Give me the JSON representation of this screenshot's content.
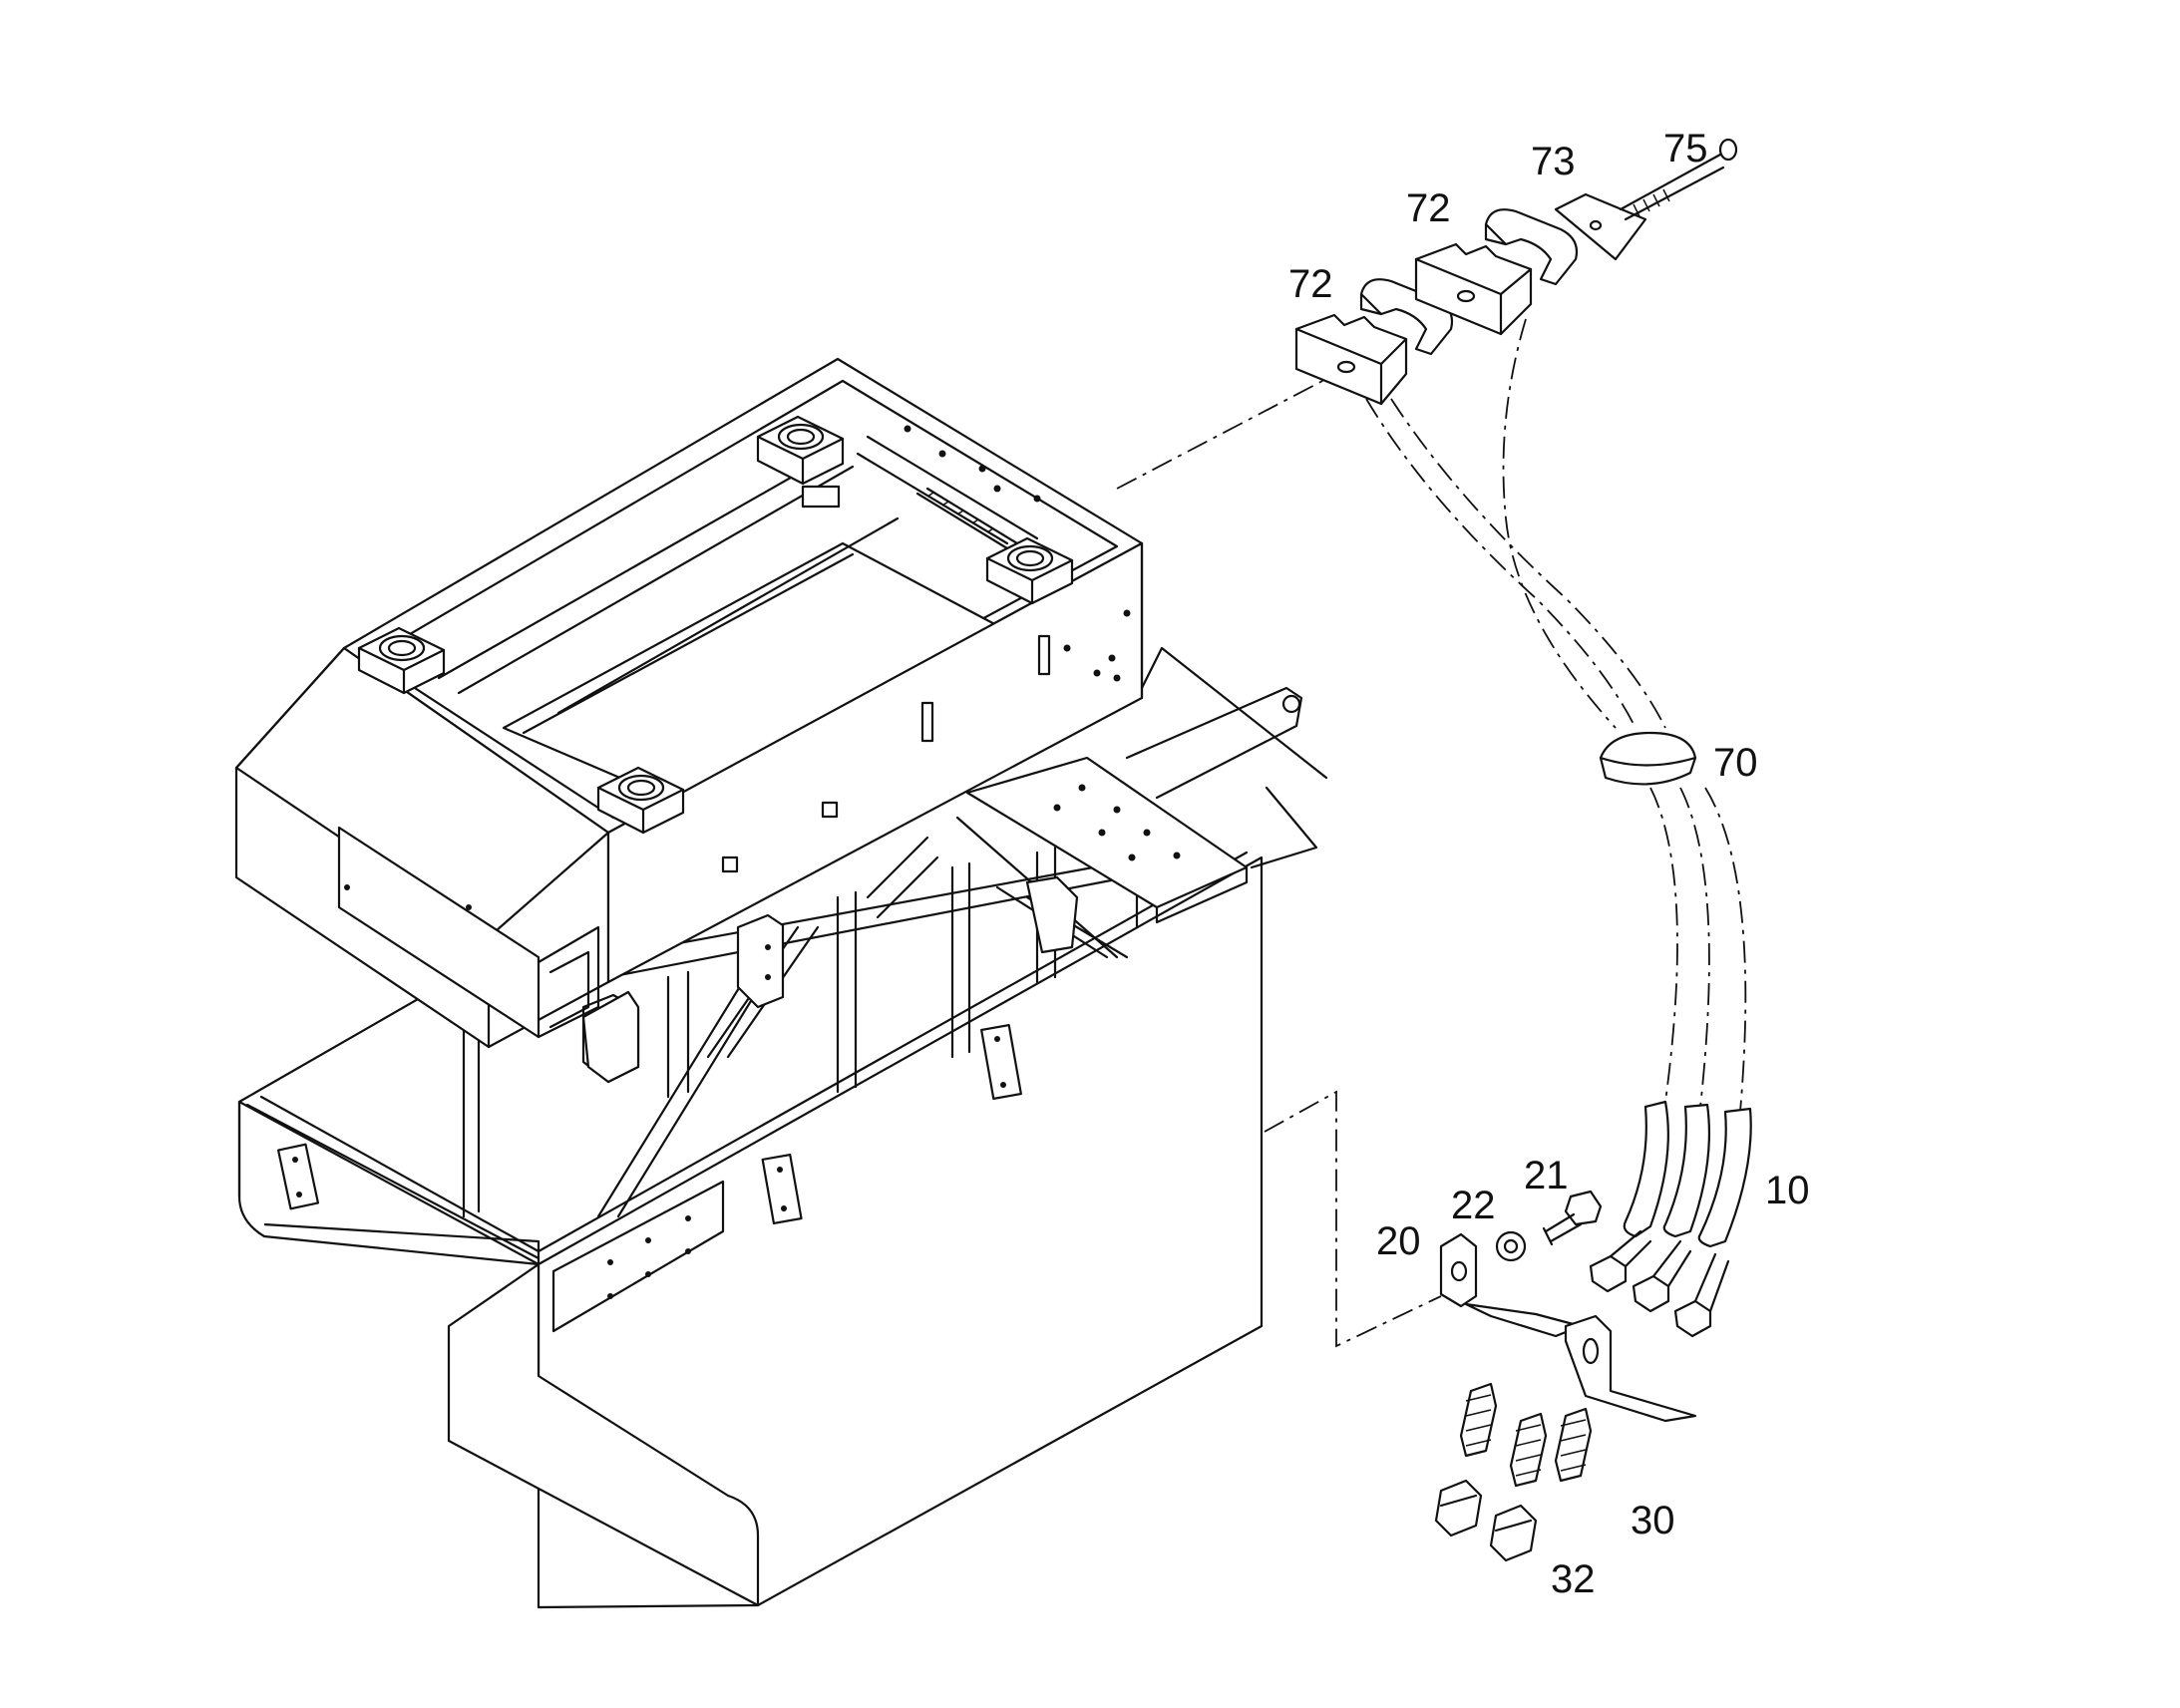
{
  "callouts": {
    "c75": "75",
    "c73": "73",
    "c72a": "72",
    "c72b": "72",
    "c70": "70",
    "c10": "10",
    "c21": "21",
    "c22": "22",
    "c20": "20",
    "c30": "30",
    "c32": "32"
  }
}
